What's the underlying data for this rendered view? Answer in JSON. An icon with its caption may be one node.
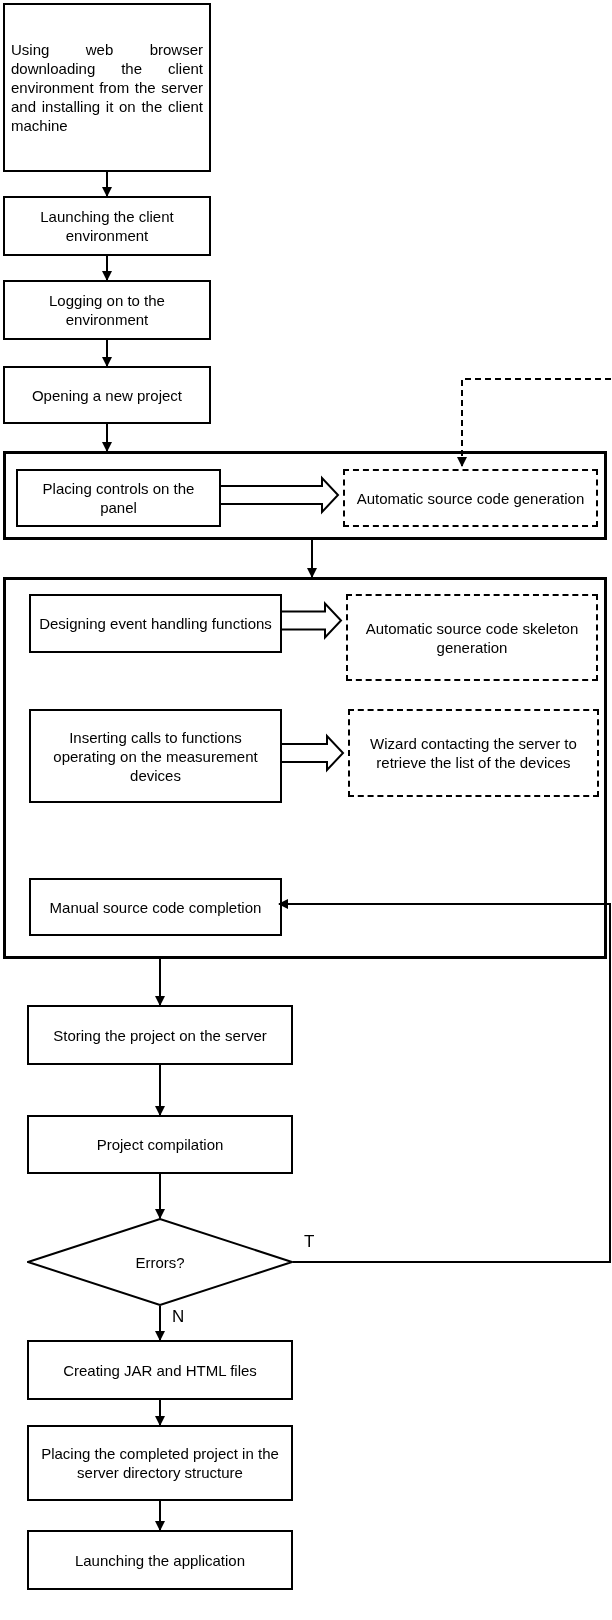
{
  "diagram": {
    "nodes": [
      {
        "text": [
          "Using web browser downloading the client environment from the server and installing it on the client machine"
        ]
      },
      {
        "text": [
          "Launching the client environment"
        ]
      },
      {
        "text": [
          "Logging on to the environment"
        ]
      },
      {
        "text": [
          "Opening a new project"
        ]
      },
      {
        "text": [],
        "shape": "box"
      },
      {
        "text": [
          "Placing controls on the panel"
        ],
        "in": 4
      },
      {
        "text": [
          "Automatic source code generation"
        ],
        "in": 4
      },
      {
        "text": [],
        "shape": "box"
      },
      {
        "text": [
          "Designing event handling functions"
        ],
        "in": 7
      },
      {
        "text": [
          "Automatic source code skeleton generation"
        ],
        "in": 7
      },
      {
        "text": [
          "Inserting calls to functions operating on the measurement devices"
        ],
        "in": 7
      },
      {
        "text": [
          "Wizard contacting the server to retrieve the list of the devices"
        ],
        "in": 7
      },
      {
        "text": [
          "Manual source code completion"
        ],
        "in": 7
      },
      {
        "text": [
          "Storing the project on the server"
        ]
      },
      {
        "text": [
          "Project compilation"
        ]
      },
      {
        "text": [
          "Errors?"
        ]
      },
      {
        "text": [
          "Creating JAR and HTML files"
        ]
      },
      {
        "text": [
          "Placing the completed project in the server directory structure"
        ]
      },
      {
        "text": [
          "Launching the application"
        ]
      }
    ],
    "edges": [
      {
        "from": 0,
        "to": 1,
        "arrow": "to"
      },
      {
        "from": 1,
        "to": 2,
        "arrow": "to"
      },
      {
        "from": 2,
        "to": 3,
        "arrow": "to"
      },
      {
        "from": 3,
        "to": 4,
        "arrow": "to"
      },
      {
        "from": 5,
        "to": 6,
        "arrow": "to",
        "style": "thick"
      },
      {
        "from": null,
        "to": 6,
        "arrow": "to",
        "style": "dashed"
      },
      {
        "from": 4,
        "to": 7,
        "arrow": "to"
      },
      {
        "from": 8,
        "to": 9,
        "arrow": "to",
        "style": "thick"
      },
      {
        "from": 10,
        "to": 11,
        "arrow": "to",
        "style": "thick"
      },
      {
        "from": 7,
        "to": 13,
        "arrow": "to"
      },
      {
        "from": 13,
        "to": 14,
        "arrow": "to"
      },
      {
        "from": 14,
        "to": 15,
        "arrow": "to"
      },
      {
        "from": 15,
        "to": 12,
        "arrow": "to",
        "label": "T"
      },
      {
        "from": 15,
        "to": 16,
        "arrow": "to",
        "label": "N"
      },
      {
        "from": 16,
        "to": 17,
        "arrow": "to"
      },
      {
        "from": 17,
        "to": 18,
        "arrow": "to"
      }
    ]
  }
}
